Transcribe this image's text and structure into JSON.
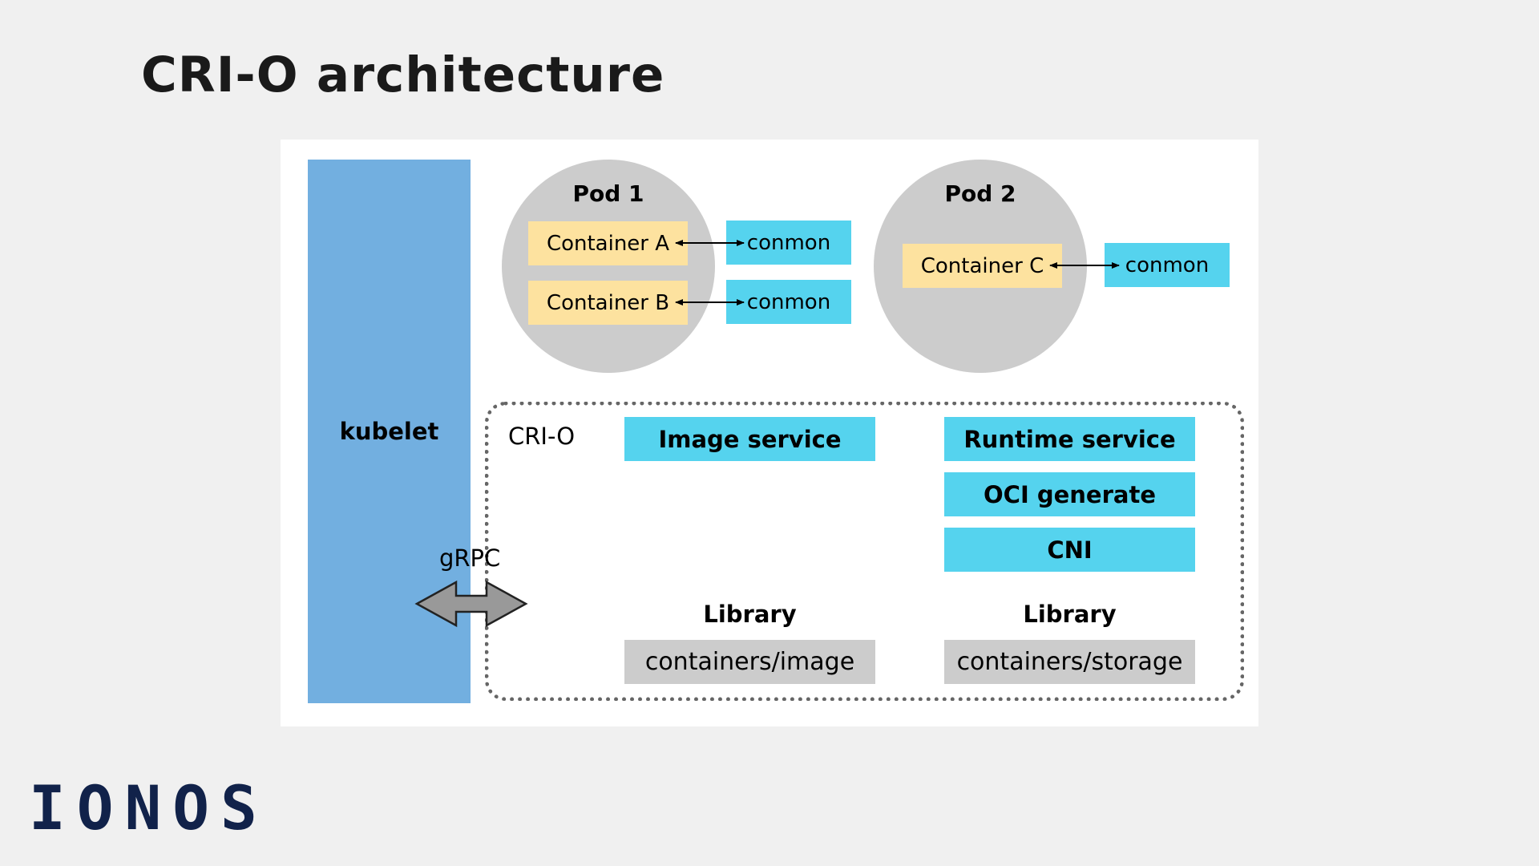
{
  "title": "CRI-O architecture",
  "kubelet": "kubelet",
  "pods": [
    {
      "label": "Pod 1",
      "containers": [
        "Container A",
        "Container B"
      ]
    },
    {
      "label": "Pod 2",
      "containers": [
        "Container C"
      ]
    }
  ],
  "conmon_label": "conmon",
  "crio": {
    "label": "CRI-O",
    "grpc": "gRPC",
    "image_service": "Image service",
    "runtime_service": "Runtime service",
    "oci_generate": "OCI generate",
    "cni": "CNI",
    "library_label": "Library",
    "image_library": "containers/image",
    "storage_library": "containers/storage"
  },
  "colors": {
    "kubelet": "#72afe0",
    "pod": "#cccccc",
    "container": "#fde29f",
    "service": "#55d3ee",
    "library": "#cccccc"
  },
  "logo": "IONOS"
}
